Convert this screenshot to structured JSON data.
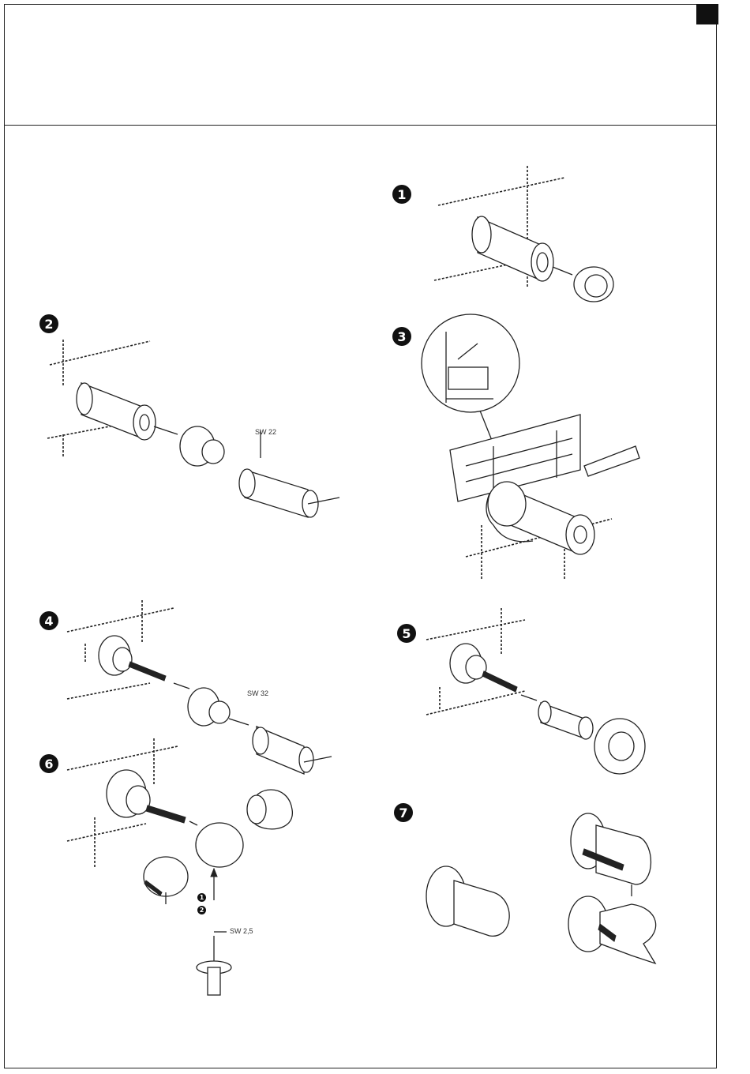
{
  "steps": {
    "s1": "1",
    "s2": "2",
    "s3": "3",
    "s4": "4",
    "s5": "5",
    "s6": "6",
    "s7": "7"
  },
  "labels": {
    "wrench_size_2": "SW 22",
    "wrench_size_4": "SW 32",
    "hex_key_size": "SW 2,5",
    "sub_step_1": "1",
    "sub_step_2": "2"
  }
}
